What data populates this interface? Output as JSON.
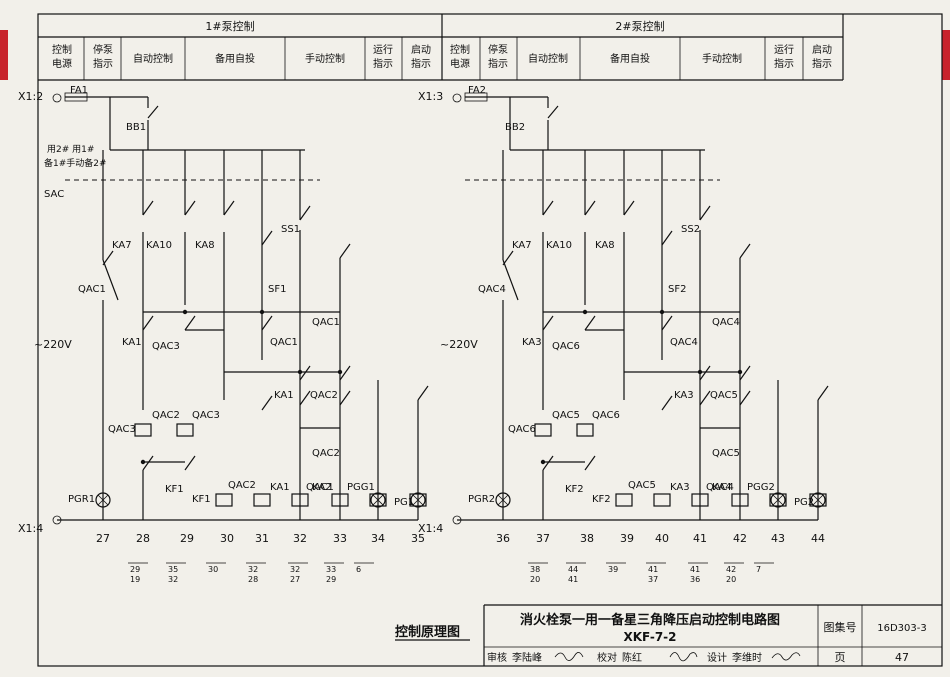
{
  "header": {
    "pump1": "1#泵控制",
    "pump2": "2#泵控制",
    "cols": [
      "控制\n电源",
      "停泵\n指示",
      "自动控制",
      "备用自投",
      "手动控制",
      "运行\n指示",
      "启动\n指示"
    ]
  },
  "terminals": {
    "x12": "X1:2",
    "x13": "X1:3",
    "x14a": "X1:4",
    "x14b": "X1:4",
    "fa1": "FA1",
    "fa2": "FA2"
  },
  "labels": {
    "v220a": "~220V",
    "v220b": "~220V",
    "sac": "SAC",
    "sw_top": "用2#    用1#",
    "sw_bot": "备1#手动备2#",
    "bb1": "BB1",
    "bb2": "BB2"
  },
  "left_devices": [
    "KA7",
    "KA10",
    "KA8",
    "SS1",
    "QAC1",
    "SF1",
    "QAC1",
    "KA1",
    "QAC3",
    "QAC1",
    "KA1",
    "QAC2",
    "QAC3",
    "QAC2",
    "QAC3",
    "KF1",
    "KF1",
    "QAC2",
    "KA1",
    "QAC1",
    "QAC2",
    "KA2",
    "PGG1",
    "PG1",
    "PGR1"
  ],
  "right_devices": [
    "KA7",
    "KA10",
    "KA8",
    "SS2",
    "QAC4",
    "SF2",
    "QAC4",
    "KA3",
    "QAC6",
    "QAC4",
    "KA3",
    "QAC5",
    "QAC6",
    "QAC5",
    "QAC6",
    "KF2",
    "KF2",
    "QAC5",
    "KA3",
    "QAC4",
    "QAC5",
    "KA4",
    "PGG2",
    "PG2",
    "PGR2"
  ],
  "col_numbers_left": [
    "27",
    "28",
    "29",
    "30",
    "31",
    "32",
    "33",
    "34",
    "35"
  ],
  "col_numbers_right": [
    "36",
    "37",
    "38",
    "39",
    "40",
    "41",
    "42",
    "43",
    "44"
  ],
  "xref_left": [
    [
      "29",
      "19"
    ],
    [
      "35",
      "32"
    ],
    [
      "30"
    ],
    [
      "32",
      "28"
    ],
    [
      "32",
      "27"
    ],
    [
      "33",
      "29"
    ],
    [
      "6"
    ]
  ],
  "xref_right": [
    [
      "38",
      "20"
    ],
    [
      "44",
      "41"
    ],
    [
      "39"
    ],
    [
      "41",
      "37"
    ],
    [
      "41",
      "36"
    ],
    [
      "42",
      "20"
    ],
    [
      "7"
    ]
  ],
  "title_block": {
    "section": "控制原理图",
    "title": "消火栓泵一用一备星三角降压启动控制电路图",
    "subtitle": "XKF-7-2",
    "atlas_label": "图集号",
    "atlas_no": "16D303-3",
    "page_label": "页",
    "page_no": "47",
    "review_label": "审核",
    "reviewer": "李陆峰",
    "check_label": "校对",
    "checker": "陈红",
    "design_label": "设计",
    "designer": "李维时"
  }
}
